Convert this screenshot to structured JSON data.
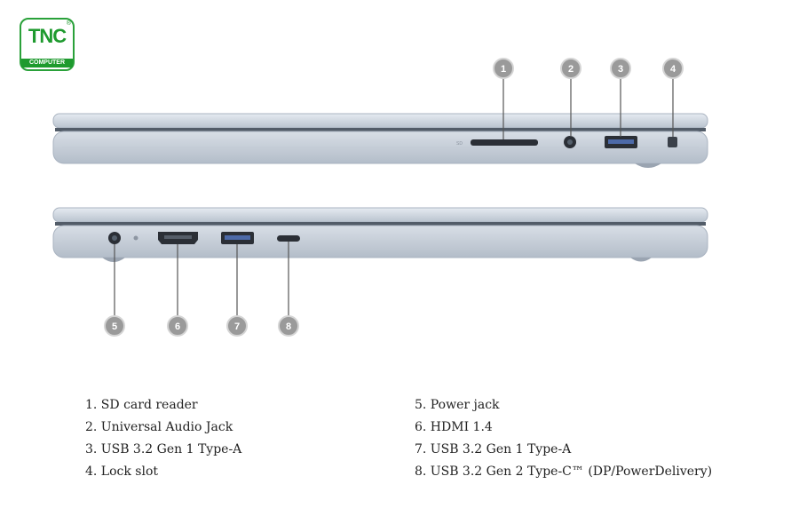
{
  "brand": {
    "logo_text": "TNC",
    "logo_subtext": "COMPUTER",
    "logo_mark": "®",
    "logo_color": "#1e9a2e"
  },
  "badges": [
    "1",
    "2",
    "3",
    "4",
    "5",
    "6",
    "7",
    "8"
  ],
  "legend": {
    "left": [
      "1. SD card reader",
      "2. Universal Audio Jack",
      "3. USB 3.2 Gen 1 Type-A",
      "4. Lock slot"
    ],
    "right": [
      "5. Power jack",
      "6. HDMI 1.4",
      "7. USB 3.2 Gen 1 Type-A",
      "8. USB 3.2 Gen 2 Type-C™ (DP/PowerDelivery)"
    ]
  },
  "colors": {
    "laptop_body": "#c9d1dc",
    "laptop_edge": "#a9b3c0",
    "port_dark": "#2b2f36",
    "badge": "#9a9a9a"
  }
}
